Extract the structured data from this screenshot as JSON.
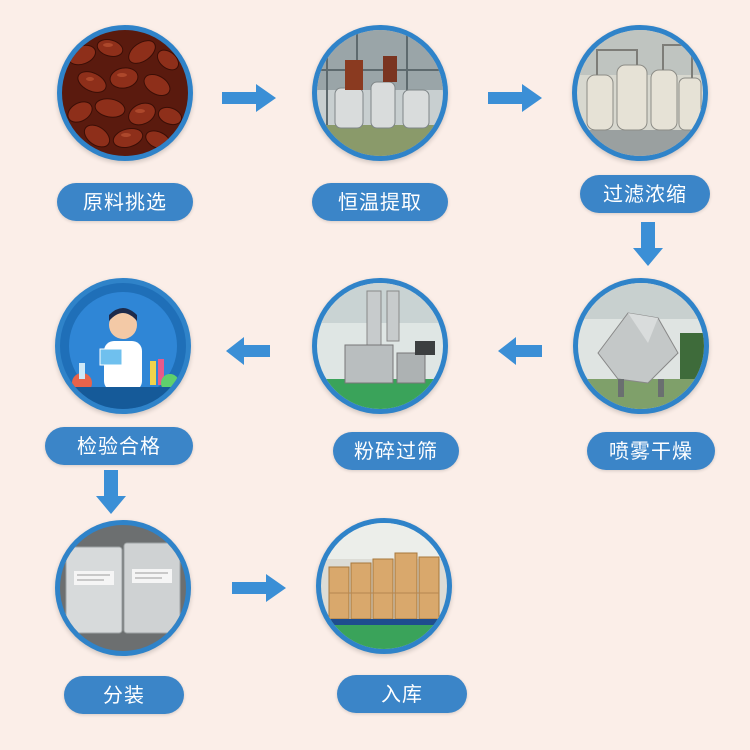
{
  "steps": [
    {
      "label": "原料挑选",
      "image": "raw-material-photo"
    },
    {
      "label": "恒温提取",
      "image": "extraction-tanks-photo"
    },
    {
      "label": "过滤浓缩",
      "image": "concentration-tanks-photo"
    },
    {
      "label": "喷雾干燥",
      "image": "dryer-machine-photo"
    },
    {
      "label": "粉碎过筛",
      "image": "grinder-machine-photo"
    },
    {
      "label": "检验合格",
      "image": "lab-scientist-illustration"
    },
    {
      "label": "分装",
      "image": "foil-packages-photo"
    },
    {
      "label": "入库",
      "image": "warehouse-drums-photo"
    }
  ],
  "colors": {
    "background": "#fbeee8",
    "circle_ring": "#2f83c9",
    "label_bg": "#3b85c8",
    "label_text": "#ffffff",
    "arrow": "#3b8fd6"
  },
  "arrows": [
    "arrow-right",
    "arrow-right",
    "arrow-down",
    "arrow-left",
    "arrow-left",
    "arrow-down",
    "arrow-right"
  ]
}
